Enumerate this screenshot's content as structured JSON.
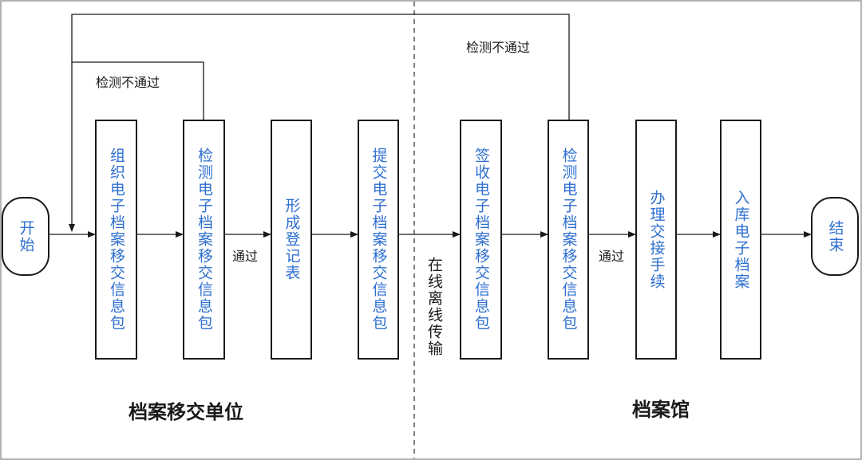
{
  "start": "开始",
  "end": "结束",
  "unit_steps": [
    "组织电子档案移交信息包",
    "检测电子档案移交信息包",
    "形成登记表",
    "提交电子档案移交信息包"
  ],
  "archive_steps": [
    "签收电子档案移交信息包",
    "检测电子档案移交信息包",
    "办理交接手续",
    "入库电子档案"
  ],
  "edge_labels": {
    "fail_left": "检测不通过",
    "fail_right": "检测不通过",
    "pass_left": "通过",
    "pass_right": "通过",
    "transfer": "在线离线传输"
  },
  "sections": {
    "unit": "档案移交单位",
    "archive": "档案馆"
  }
}
